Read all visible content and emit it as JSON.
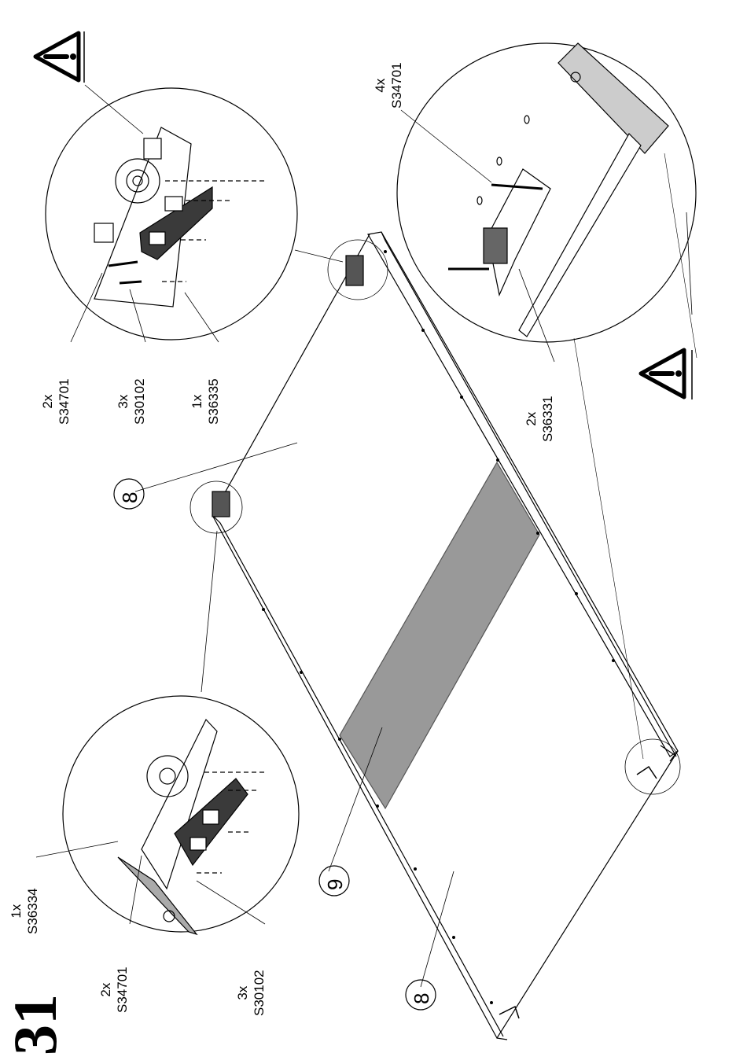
{
  "step_number": "31",
  "callouts": {
    "bottom_left": [
      {
        "qty": "1x",
        "code": "S36334"
      },
      {
        "qty": "2x",
        "code": "S34701"
      },
      {
        "qty": "3x",
        "code": "S30102"
      }
    ],
    "top_left": [
      {
        "qty": "2x",
        "code": "S34701"
      },
      {
        "qty": "3x",
        "code": "S30102"
      },
      {
        "qty": "1x",
        "code": "S36335"
      }
    ],
    "top_right": [
      {
        "qty": "4x",
        "code": "S34701"
      },
      {
        "qty": "2x",
        "code": "S36331"
      }
    ]
  },
  "part_numbers": {
    "panel_top": "8",
    "panel_bottom": "8",
    "strip": "9"
  },
  "icons": [
    "warning-icon",
    "warning-icon"
  ],
  "colors": {
    "line": "#000000",
    "strip_fill": "#999999",
    "bracket_fill": "#3a3a3a",
    "background": "#ffffff"
  }
}
